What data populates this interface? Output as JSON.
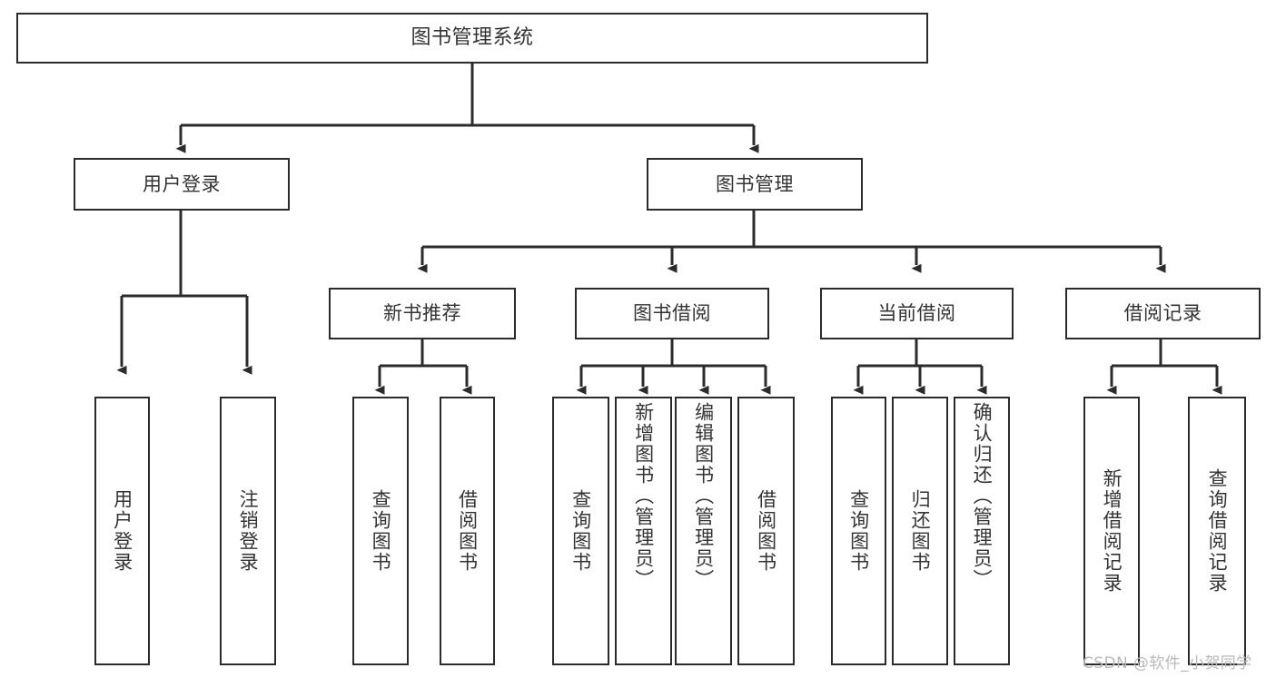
{
  "diagram": {
    "title": "图书管理系统",
    "type": "function-structure-tree",
    "stroke_color": "#2b2b2b",
    "text_color": "#333333",
    "background_color": "#ffffff",
    "watermark": "CSDN @软件_小贺同学"
  },
  "nodes": {
    "root": {
      "label": "图书管理系统"
    },
    "level1": [
      {
        "id": "user-login",
        "label": "用户登录"
      },
      {
        "id": "book-manage",
        "label": "图书管理"
      }
    ],
    "level2": [
      {
        "id": "new-book-recommend",
        "label": "新书推荐"
      },
      {
        "id": "book-borrow",
        "label": "图书借阅"
      },
      {
        "id": "current-borrow",
        "label": "当前借阅"
      },
      {
        "id": "borrow-record",
        "label": "借阅记录"
      }
    ],
    "leaves": {
      "user_login": [
        {
          "id": "leaf-user-login",
          "label": "用户登录"
        },
        {
          "id": "leaf-logout",
          "label": "注销登录"
        }
      ],
      "new_book_recommend": [
        {
          "id": "leaf-query-book-1",
          "label": "查询图书"
        },
        {
          "id": "leaf-borrow-book-1",
          "label": "借阅图书"
        }
      ],
      "book_borrow": [
        {
          "id": "leaf-query-book-2",
          "label": "查询图书"
        },
        {
          "id": "leaf-add-book",
          "label": "新增图书（管理员）"
        },
        {
          "id": "leaf-edit-book",
          "label": "编辑图书（管理员）"
        },
        {
          "id": "leaf-borrow-book-2",
          "label": "借阅图书"
        }
      ],
      "current_borrow": [
        {
          "id": "leaf-query-book-3",
          "label": "查询图书"
        },
        {
          "id": "leaf-return-book",
          "label": "归还图书"
        },
        {
          "id": "leaf-confirm-return",
          "label": "确认归还（管理员）"
        }
      ],
      "borrow_record": [
        {
          "id": "leaf-add-record",
          "label": "新增借阅记录"
        },
        {
          "id": "leaf-query-record",
          "label": "查询借阅记录"
        }
      ]
    }
  }
}
